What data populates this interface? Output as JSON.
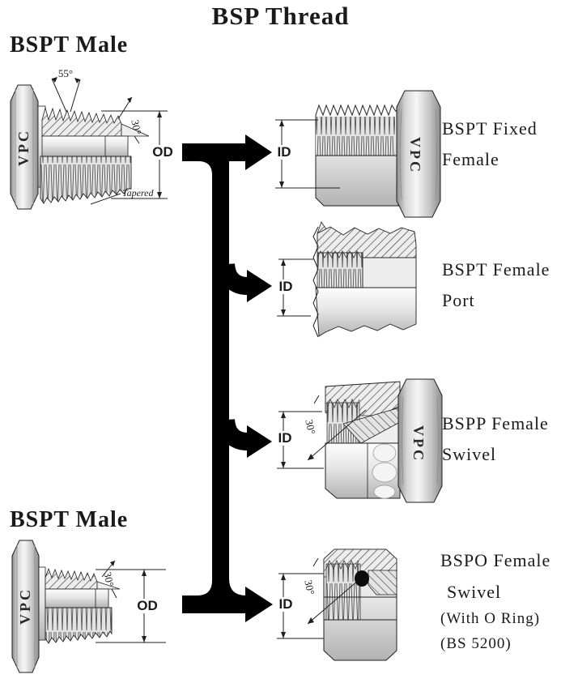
{
  "title": "BSP Thread",
  "left": {
    "top_male": {
      "heading": "BSPT Male",
      "brand": "VPC",
      "angle_55": "55°",
      "angle_30": "30°",
      "od": "OD",
      "tapered": "Tapered"
    },
    "bottom_male": {
      "heading": "BSPT Male",
      "brand": "VPC",
      "angle_30": "30°",
      "od": "OD"
    }
  },
  "fittings": [
    {
      "line1": "BSPT Fixed",
      "line2": "Female",
      "id": "ID",
      "brand": "VPC"
    },
    {
      "line1": "BSPT Female",
      "line2": "Port",
      "id": "ID"
    },
    {
      "line1": "BSPP Female",
      "line2": "Swivel",
      "id": "ID",
      "brand": "VPC",
      "angle": "30°"
    },
    {
      "line1": "BSPO Female",
      "line2": "Swivel",
      "line3": "(With O Ring)",
      "line4": "(BS 5200)",
      "id": "ID",
      "angle": "30°"
    }
  ],
  "colors": {
    "background": "#ffffff",
    "line": "#1f1f1f",
    "arrow": "#000000",
    "metal_light": "#f5f5f5",
    "metal_dark": "#9a9a9a",
    "text": "#1a1a1a"
  }
}
